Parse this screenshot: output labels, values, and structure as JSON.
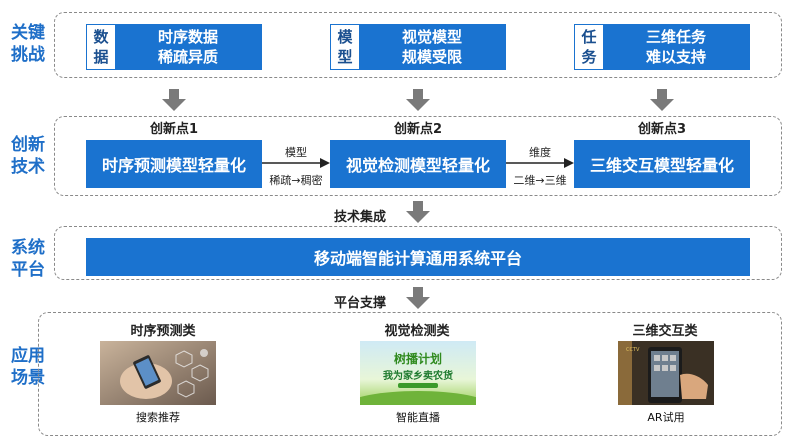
{
  "rows": {
    "challenges": "关键\n挑战",
    "innovation": "创新\n技术",
    "system": "系统\n平台",
    "application": "应用\n场景"
  },
  "challenges": [
    {
      "tag": "数\n据",
      "text": "时序数据\n稀疏异质"
    },
    {
      "tag": "模\n型",
      "text": "视觉模型\n规模受限"
    },
    {
      "tag": "任\n务",
      "text": "三维任务\n难以支持"
    }
  ],
  "innovations": [
    {
      "label": "创新点1",
      "text": "时序预测模型轻量化"
    },
    {
      "label": "创新点2",
      "text": "视觉检测模型轻量化"
    },
    {
      "label": "创新点3",
      "text": "三维交互模型轻量化"
    }
  ],
  "connectors": [
    {
      "top": "模型",
      "bottom": "稀疏→稠密"
    },
    {
      "top": "维度",
      "bottom": "二维→三维"
    }
  ],
  "tech_integration": "技术集成",
  "platform_title": "移动端智能计算通用系统平台",
  "platform_support": "平台支撑",
  "applications": [
    {
      "category": "时序预测类",
      "caption": "搜索推荐"
    },
    {
      "category": "视觉检测类",
      "caption": "智能直播",
      "image_text": [
        "树播计划",
        "我为家乡卖农货"
      ]
    },
    {
      "category": "三维交互类",
      "caption": "AR试用"
    }
  ],
  "colors": {
    "primary": "#1a73d0",
    "label": "#1f6fc8",
    "arrow": "#7a7a7a",
    "dash": "#8a8a8a"
  }
}
